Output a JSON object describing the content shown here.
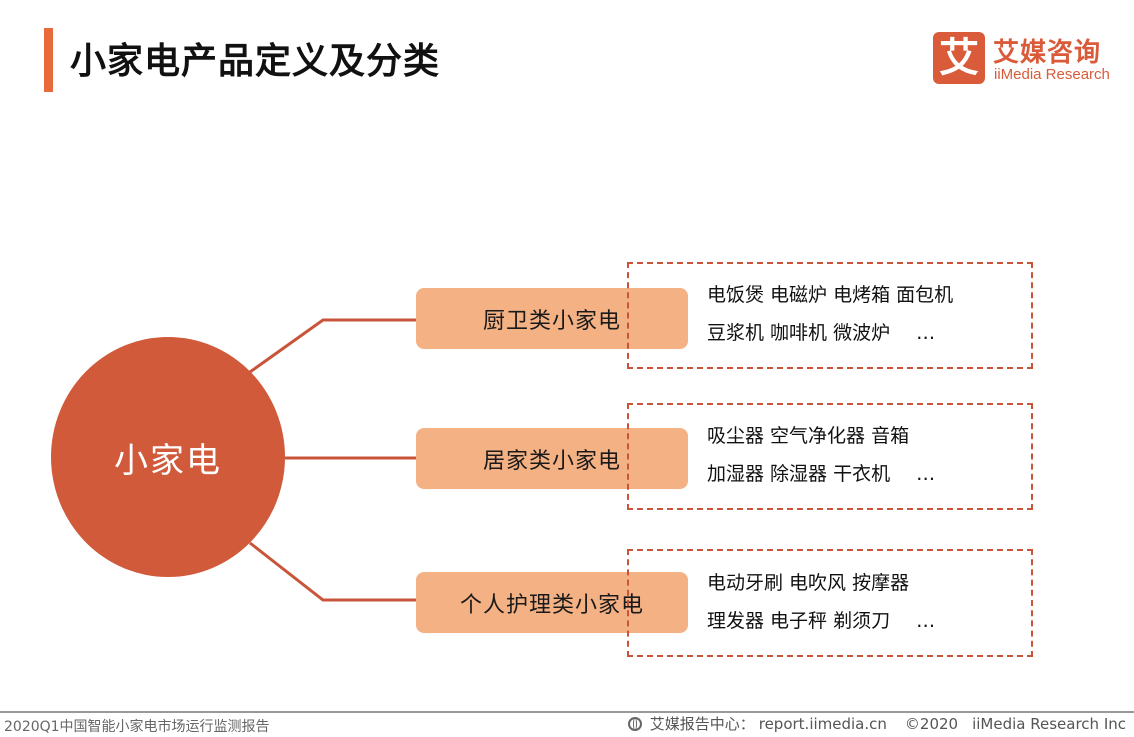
{
  "header": {
    "title": "小家电产品定义及分类",
    "logo_mark": "艾",
    "logo_name": "艾媒咨询",
    "logo_en": "iiMedia Research"
  },
  "diagram": {
    "root": "小家电",
    "categories": [
      {
        "label": "厨卫类小家电",
        "items_line1": "电饭煲 电磁炉 电烤箱 面包机",
        "items_line2": "豆浆机 咖啡机 微波炉",
        "ellipsis": "…"
      },
      {
        "label": "居家类小家电",
        "items_line1": "吸尘器 空气净化器 音箱",
        "items_line2": "加湿器 除湿器 干衣机",
        "ellipsis": "…"
      },
      {
        "label": "个人护理类小家电",
        "items_line1": "电动牙刷 电吹风 按摩器",
        "items_line2": "理发器 电子秤 剃须刀",
        "ellipsis": "…"
      }
    ],
    "colors": {
      "root": "#d05a3a",
      "category": "#f4b184",
      "connector": "#c8553a",
      "accent": "#e8693a"
    }
  },
  "footer": {
    "report": "2020Q1中国智能小家电市场运行监测报告",
    "center_label": "艾媒报告中心：",
    "site": "report.iimedia.cn",
    "copyright": "©2020",
    "org": "iiMedia Research  Inc"
  }
}
